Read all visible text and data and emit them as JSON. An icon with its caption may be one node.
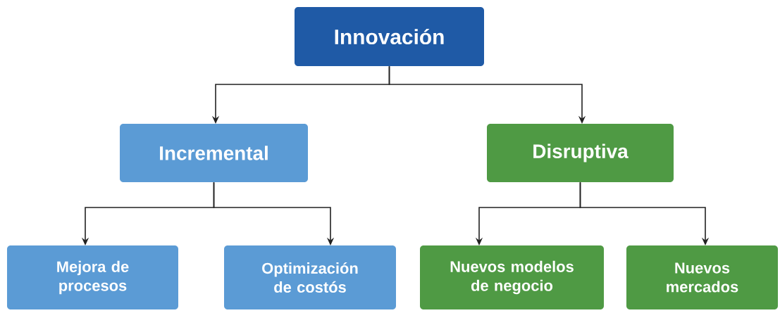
{
  "diagram": {
    "nodes": [
      {
        "text": [
          "Innovación"
        ]
      },
      {
        "text": [
          "Incremental"
        ]
      },
      {
        "text": [
          "Disruptiva"
        ]
      },
      {
        "text": [
          "Mejora de procesos"
        ]
      },
      {
        "text": [
          "Optimización de costós"
        ]
      },
      {
        "text": [
          "Nuevos modelos de negocio"
        ]
      },
      {
        "text": [
          "Nuevos mercados"
        ]
      }
    ],
    "edges": [
      {
        "from": 0,
        "to": 1,
        "arrow": "to"
      },
      {
        "from": 0,
        "to": 2,
        "arrow": "to"
      },
      {
        "from": 1,
        "to": 3,
        "arrow": "to"
      },
      {
        "from": 1,
        "to": 4,
        "arrow": "to"
      },
      {
        "from": 2,
        "to": 5,
        "arrow": "to"
      },
      {
        "from": 2,
        "to": 6,
        "arrow": "to"
      }
    ]
  }
}
